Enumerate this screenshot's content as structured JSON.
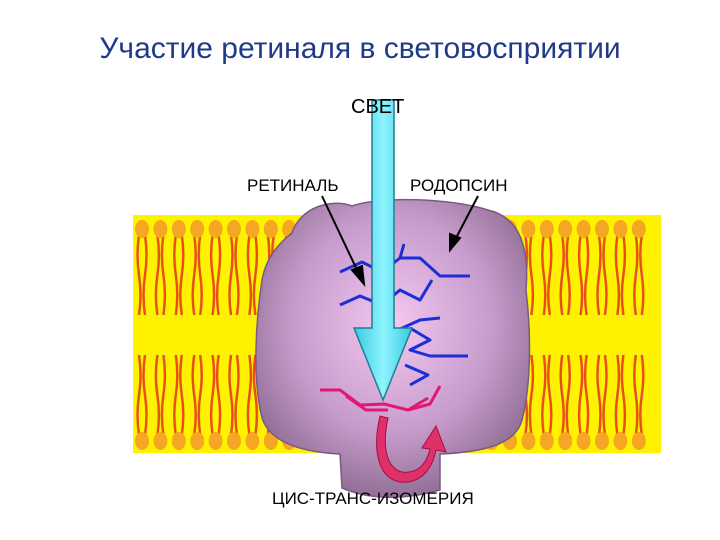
{
  "title": "Участие ретиналя в световосприятии",
  "labels": {
    "light": "СВЕТ",
    "retinal": "РЕТИНАЛЬ",
    "rhodopsin": "РОДОПСИН",
    "isomerization": "ЦИС-ТРАНС-ИЗОМЕРИЯ"
  },
  "colors": {
    "title": "#1f3a8a",
    "membrane": "#fff200",
    "lipid_head": "#f5a623",
    "lipid_tail": "#e8501a",
    "protein": "#c8a0cc",
    "light_arrow": "#4fe0f0",
    "retinal_trans": "#1a2fd6",
    "retinal_cis": "#e01870"
  }
}
